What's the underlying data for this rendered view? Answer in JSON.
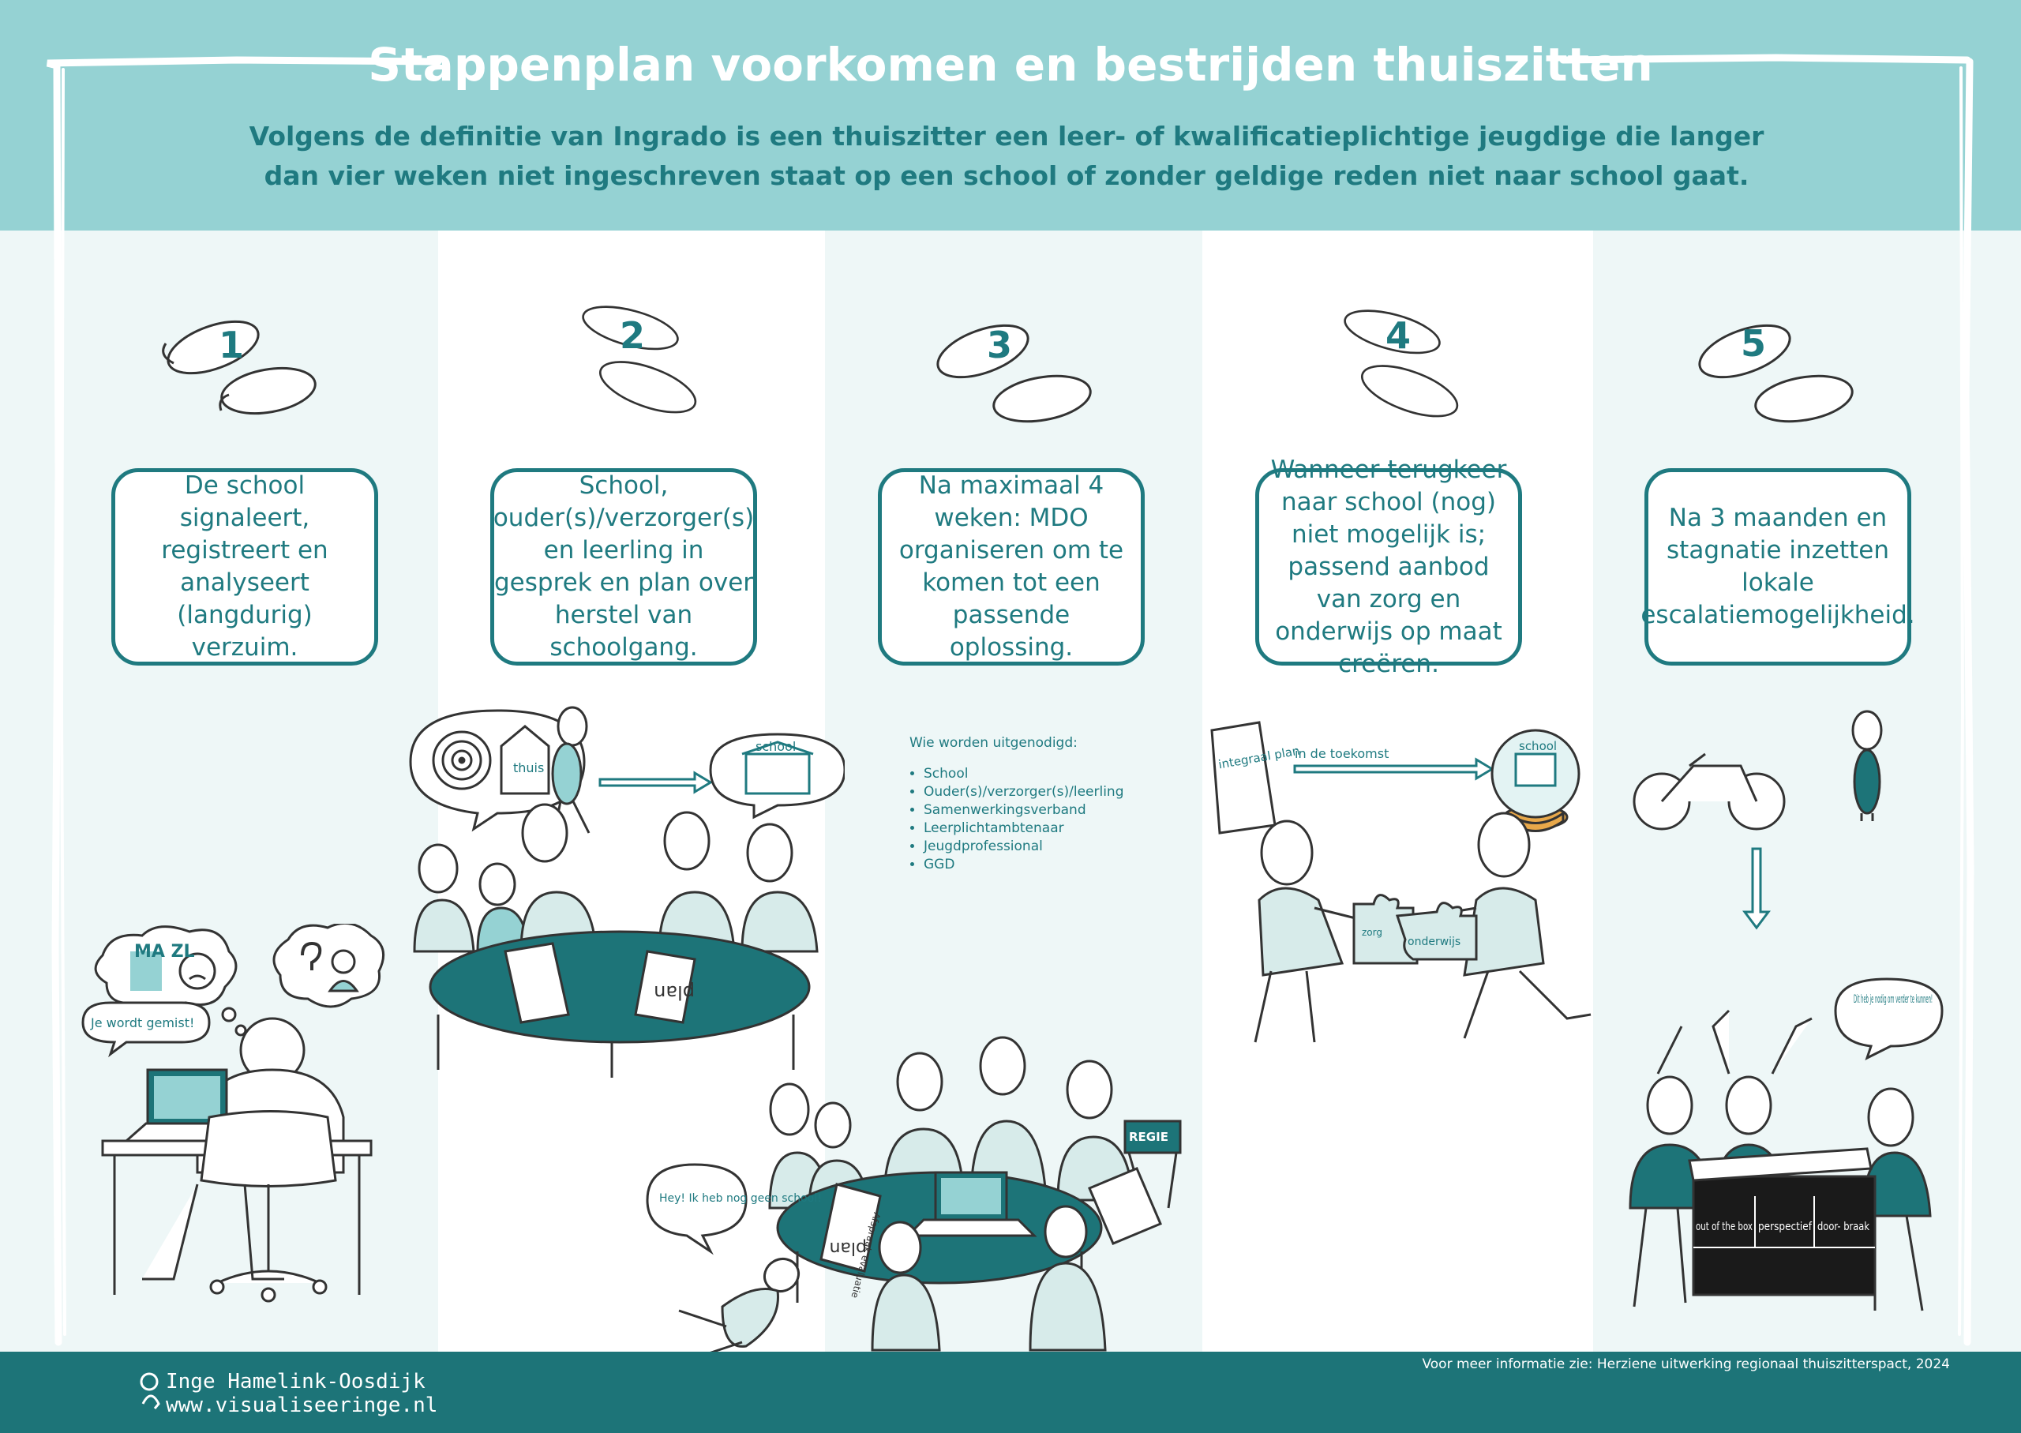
{
  "header": {
    "title": "Stappenplan voorkomen en bestrijden thuiszitten",
    "subtitle": "Volgens de definitie van Ingrado is een thuiszitter een leer- of kwalificatieplichtige jeugdige die langer dan vier weken niet ingeschreven staat op een school of zonder geldige reden niet naar school gaat."
  },
  "colors": {
    "header_bg": "#95d2d3",
    "teal": "#1f7a80",
    "dark_teal": "#1d7478",
    "light_col": "#eef7f7",
    "figure_fill": "#d7ebea"
  },
  "steps": [
    {
      "number": "1",
      "text": "De school signaleert, registreert en analyseert (langdurig) verzuim."
    },
    {
      "number": "2",
      "text": "School, ouder(s)/verzorger(s) en leerling in gesprek en plan over herstel van schoolgang."
    },
    {
      "number": "3",
      "text": "Na maximaal 4 weken: MDO organiseren om te komen tot een passende oplossing."
    },
    {
      "number": "4",
      "text": "Wanneer terugkeer naar school (nog) niet mogelijk is; passend aanbod van zorg en onderwijs op maat creëren."
    },
    {
      "number": "5",
      "text": "Na 3 maanden en stagnatie inzetten lokale escalatiemogelijkheid."
    }
  ],
  "illus1": {
    "bubble": "Je wordt gemist!",
    "mazl": "MA ZL"
  },
  "illus2": {
    "home": "thuis",
    "school": "school",
    "paper": "plan"
  },
  "illus3": {
    "invited_title": "Wie worden uitgenodigd:",
    "invited": [
      "School",
      "Ouder(s)/verzorger(s)/leerling",
      "Samenwerkingsverband",
      "Leerplichtambtenaar",
      "Jeugdprofessional",
      "GGD"
    ],
    "bubble": "Hey! Ik heb nog geen school!",
    "chair": "REGIE",
    "paper": "Afspraak evaluatie",
    "plan": "plan"
  },
  "illus4": {
    "paper": "integraal plan",
    "arrow": "in de toekomst",
    "school": "school",
    "puzzle_left": "zorg",
    "puzzle_right": "onderwijs"
  },
  "illus5": {
    "bubble": "Dit heb je nodig om verder te kunnen!",
    "clap": [
      "out of the box",
      "perspectief",
      "door- braak"
    ]
  },
  "footer": {
    "author": "Inge Hamelink-Oosdijk",
    "site": "www.visualiseeringe.nl",
    "info": "Voor meer informatie zie: Herziene uitwerking regionaal thuiszitterspact, 2024"
  }
}
